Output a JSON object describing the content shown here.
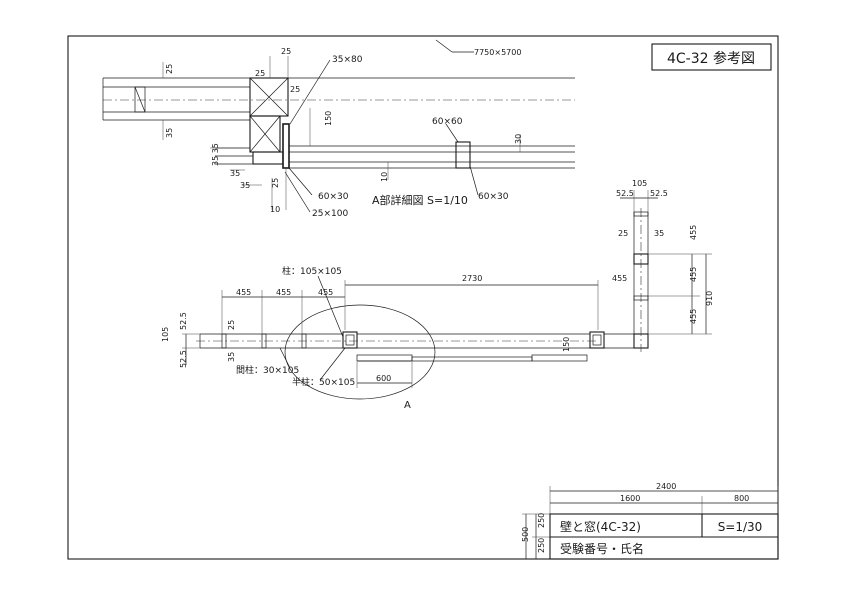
{
  "badge": {
    "text": "4C-32 参考図"
  },
  "site_note": "7750×5700",
  "detail": {
    "title": "A部詳細図 S=1/10",
    "dims": {
      "top25a": "25",
      "top25b": "25",
      "top25c": "25",
      "left25": "25",
      "left35": "35",
      "d35_35": "35 35",
      "b35a": "35",
      "b35b": "35",
      "b25": "25",
      "b10": "10",
      "v150": "150",
      "v30": "30",
      "v10": "10"
    },
    "labels": {
      "post35x80": "35×80",
      "sill60x60": "60×60",
      "rail60x30a": "60×30",
      "rail60x30b": "60×30",
      "frame25x100": "25×100"
    }
  },
  "plan": {
    "dims": {
      "d455a": "455",
      "d455b": "455",
      "d455c": "455",
      "d2730": "2730",
      "d455r": "455",
      "d600": "600",
      "d150": "150",
      "l105": "105",
      "l52a": "52.5",
      "l52b": "52.5",
      "l25": "25",
      "l35": "35",
      "r105": "105",
      "r52a": "52.5",
      "r52b": "52.5",
      "r25": "25",
      "r35": "35",
      "rv455a": "455",
      "rv455b": "455",
      "rv455c": "455",
      "rv910": "910"
    },
    "labels": {
      "post": "柱：105×105",
      "stud": "間柱：30×105",
      "half_post": "半柱：50×105",
      "callout": "A"
    }
  },
  "title_block": {
    "w2400": "2400",
    "w1600": "1600",
    "w800": "800",
    "h500": "500",
    "h250a": "250",
    "h250b": "250",
    "title": "壁と窓(4C-32)",
    "scale": "S=1/30",
    "examinee": "受験番号・氏名"
  }
}
